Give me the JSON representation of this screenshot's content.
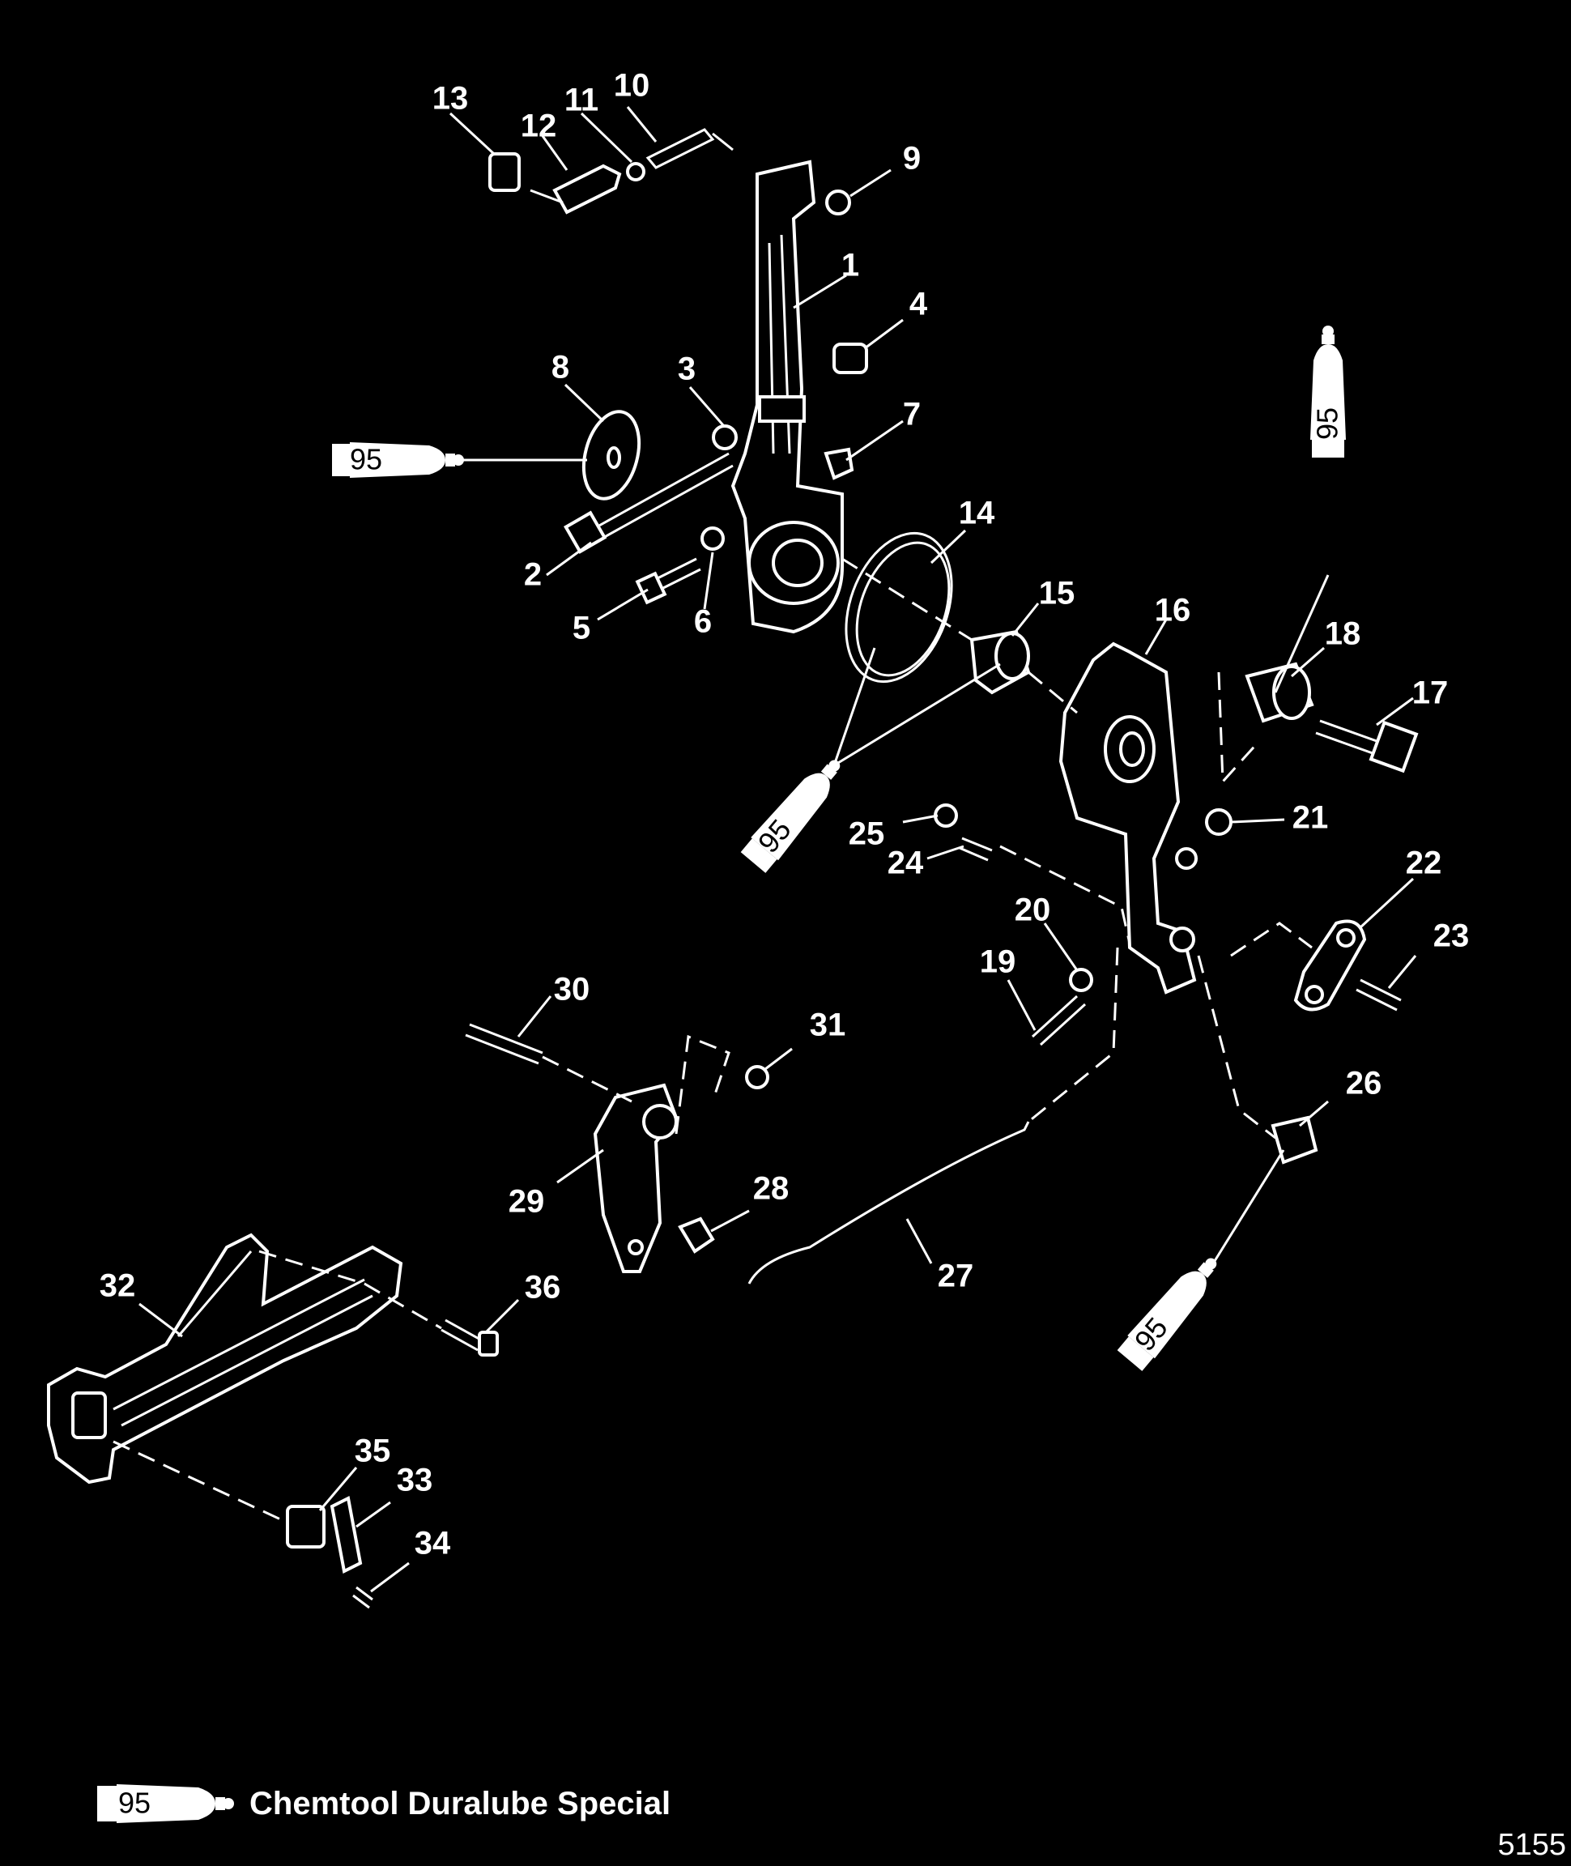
{
  "callouts": [
    "1",
    "2",
    "3",
    "4",
    "5",
    "6",
    "7",
    "8",
    "9",
    "10",
    "11",
    "12",
    "13",
    "14",
    "15",
    "16",
    "17",
    "18",
    "19",
    "20",
    "21",
    "22",
    "23",
    "24",
    "25",
    "26",
    "27",
    "28",
    "29",
    "30",
    "31",
    "32",
    "33",
    "34",
    "35",
    "36"
  ],
  "lubricant": {
    "code": "95",
    "name": "Chemtool Duralube Special"
  },
  "figure_number": "5155"
}
